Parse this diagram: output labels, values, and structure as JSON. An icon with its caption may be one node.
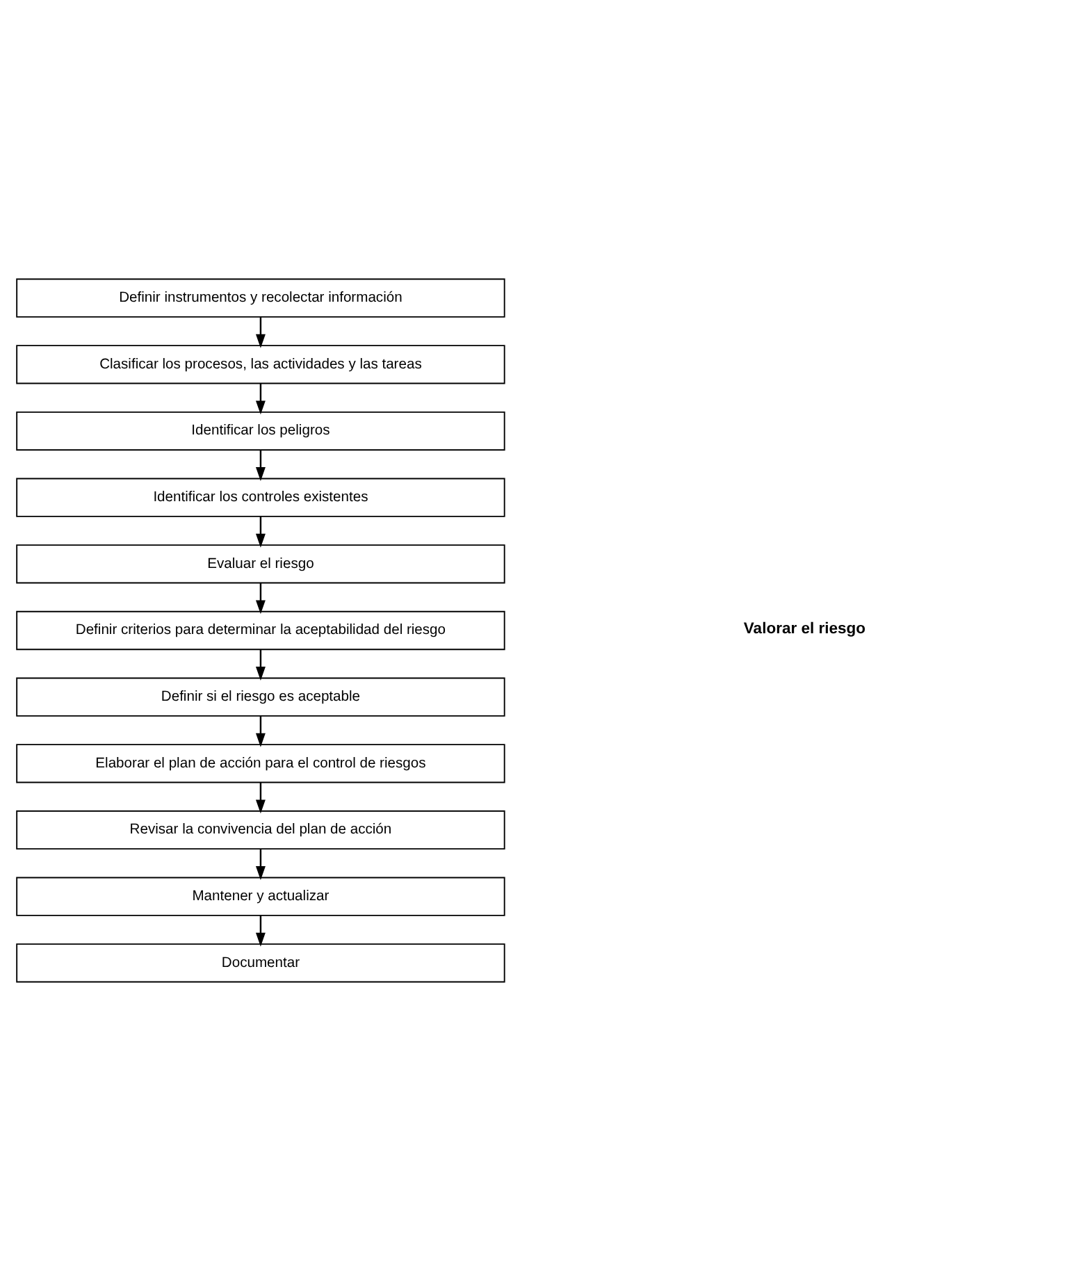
{
  "diagram": {
    "nodes": [
      {
        "text": [
          "Definir instrumentos y recolectar información"
        ]
      },
      {
        "text": [
          "Clasificar los procesos, las actividades y las tareas"
        ]
      },
      {
        "text": [
          "Identificar los peligros"
        ]
      },
      {
        "text": [
          "Identificar los controles existentes"
        ]
      },
      {
        "text": [
          "Evaluar el riesgo"
        ]
      },
      {
        "text": [
          "Definir criterios para determinar la aceptabilidad del riesgo"
        ]
      },
      {
        "text": [
          "Definir si el riesgo es aceptable"
        ]
      },
      {
        "text": [
          "Elaborar el plan de acción para el control de riesgos"
        ]
      },
      {
        "text": [
          "Revisar la convivencia del plan de acción"
        ]
      },
      {
        "text": [
          "Mantener y actualizar"
        ]
      },
      {
        "text": [
          "Documentar"
        ]
      }
    ],
    "edges": [
      {
        "from": 0,
        "to": 1,
        "arrow": "to"
      },
      {
        "from": 1,
        "to": 2,
        "arrow": "to"
      },
      {
        "from": 2,
        "to": 3,
        "arrow": "to"
      },
      {
        "from": 3,
        "to": 4,
        "arrow": "to"
      },
      {
        "from": 4,
        "to": 5,
        "arrow": "to"
      },
      {
        "from": 5,
        "to": 6,
        "arrow": "to"
      },
      {
        "from": 6,
        "to": 7,
        "arrow": "to"
      },
      {
        "from": 7,
        "to": 8,
        "arrow": "to"
      },
      {
        "from": 8,
        "to": 9,
        "arrow": "to"
      },
      {
        "from": 9,
        "to": 10,
        "arrow": "to"
      }
    ],
    "labels": [
      "Valorar el riesgo"
    ]
  }
}
